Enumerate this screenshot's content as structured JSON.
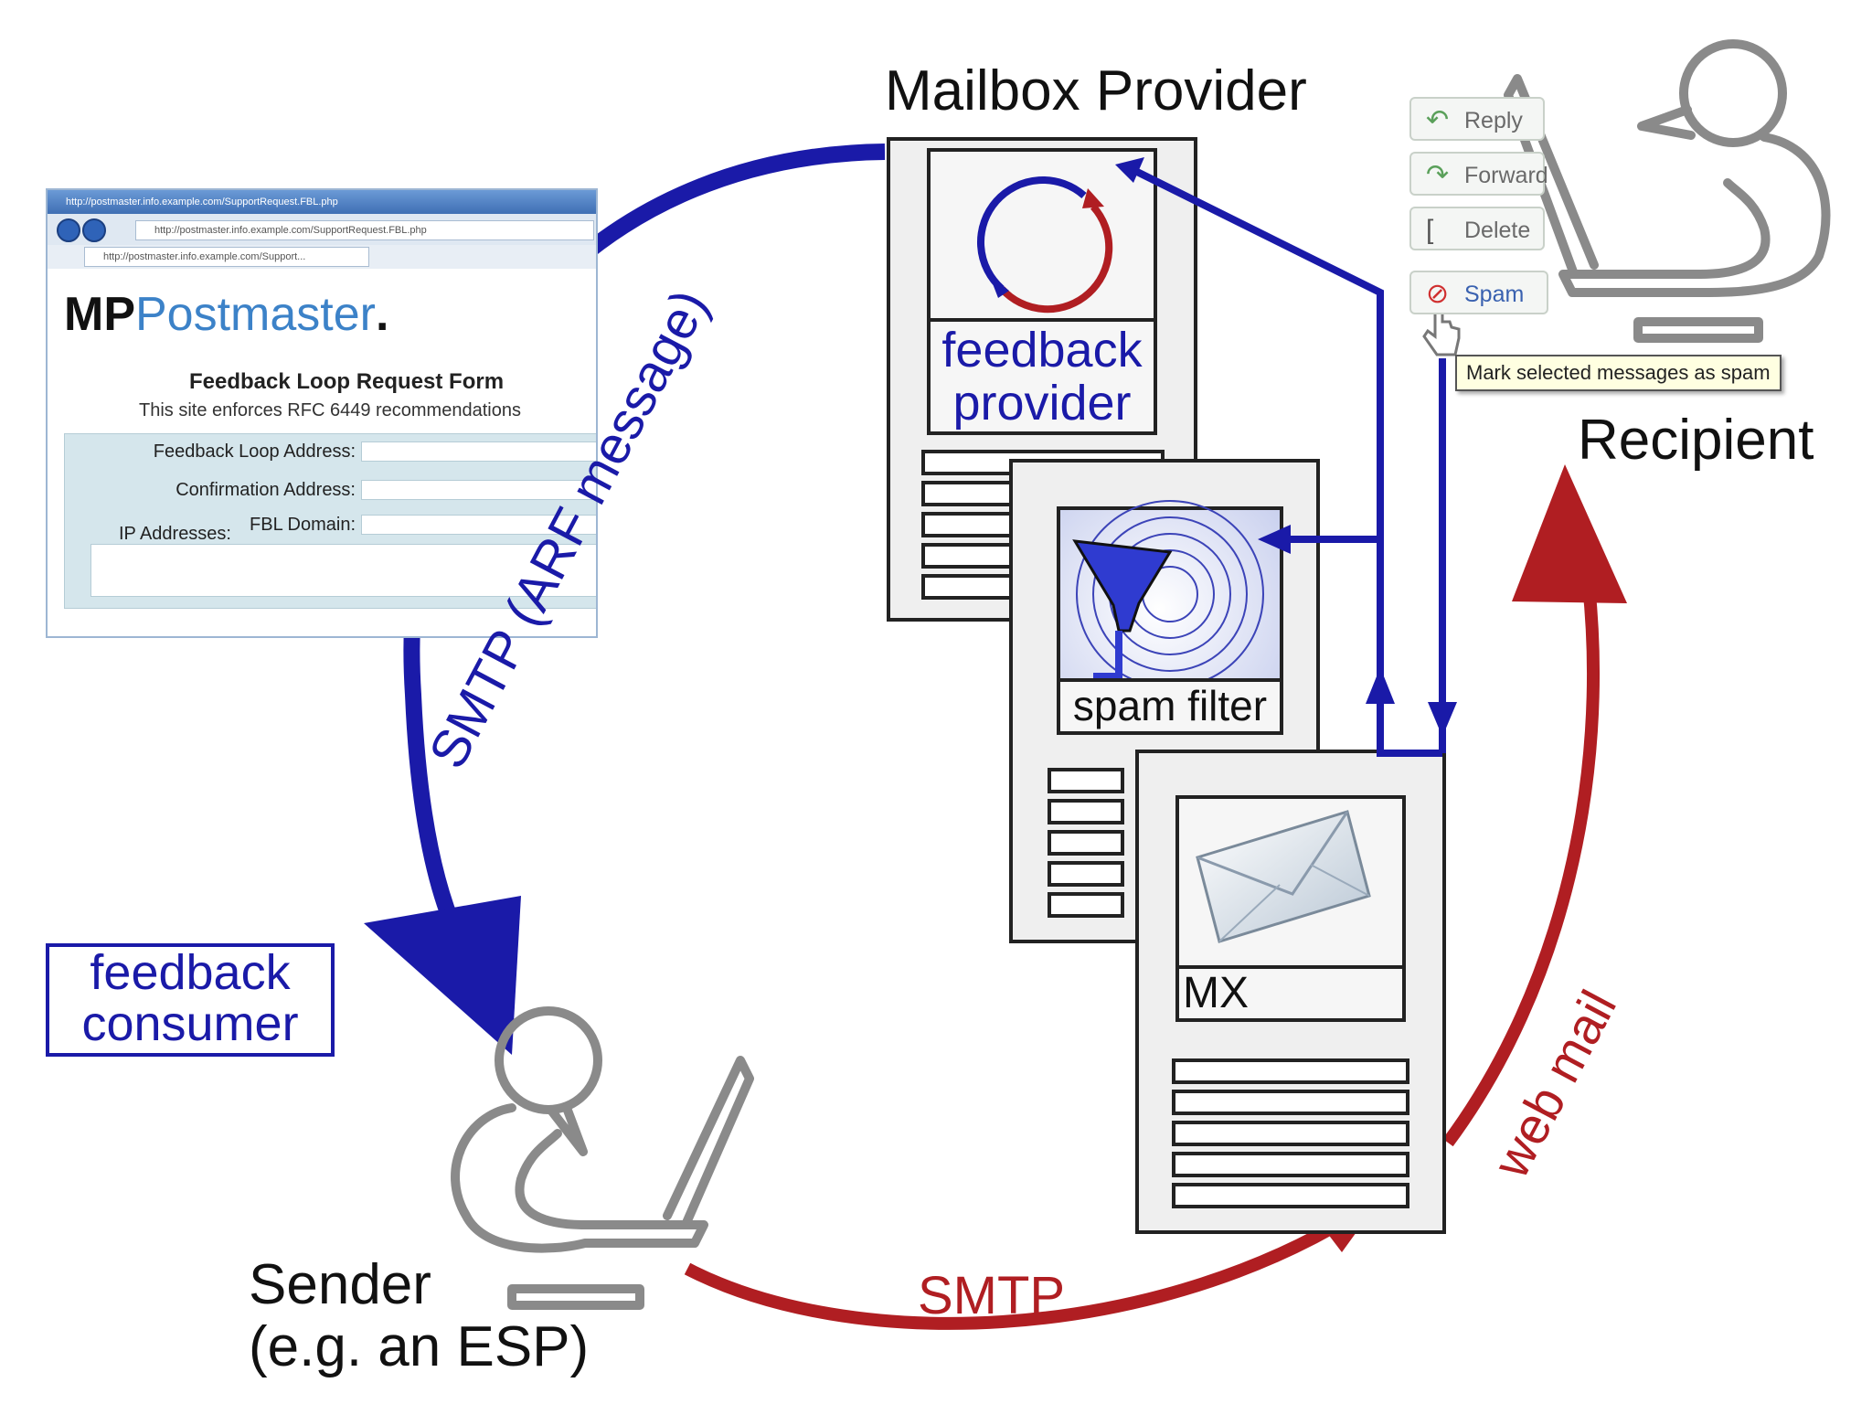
{
  "title": "Mailbox Provider",
  "labels": {
    "feedback_provider_1": "feedback",
    "feedback_provider_2": "provider",
    "spam_filter": "spam filter",
    "mx": "MX",
    "recipient": "Recipient",
    "sender_1": "Sender",
    "sender_2": "(e.g. an ESP)",
    "feedback_consumer_1": "feedback",
    "feedback_consumer_2": "consumer",
    "smtp_arf": "SMTP (ARF message)",
    "smtp": "SMTP",
    "web_mail": "web mail"
  },
  "browser": {
    "title_bar": "http://postmaster.info.example.com/SupportRequest.FBL.php",
    "address": "http://postmaster.info.example.com/SupportRequest.FBL.php",
    "tab": "http://postmaster.info.example.com/Support...",
    "brand_bold": "MP",
    "brand_light": "Postmaster",
    "brand_dot": ".",
    "form_title": "Feedback Loop Request Form",
    "form_subtitle": "This site enforces RFC 6449 recommendations",
    "field_feedback_loop_address": "Feedback Loop Address:",
    "field_confirmation_address": "Confirmation Address:",
    "field_fbl_domain": "FBL Domain:",
    "field_ip_addresses": "IP Addresses:"
  },
  "mail_ui": {
    "reply": "Reply",
    "forward": "Forward",
    "delete": "Delete",
    "spam": "Spam",
    "tooltip": "Mark selected messages as spam"
  },
  "icons": {
    "reply": "reply-arrow-icon",
    "forward": "forward-arrow-icon",
    "delete": "delete-icon",
    "spam": "no-entry-icon",
    "cursor": "hand-cursor-icon",
    "envelope": "envelope-icon",
    "funnel": "funnel-icon",
    "cycle": "cycle-arrows-icon"
  },
  "colors": {
    "blue": "#1a1aa8",
    "red": "#b01e22",
    "gray": "#8a8a8a",
    "black": "#111111"
  }
}
